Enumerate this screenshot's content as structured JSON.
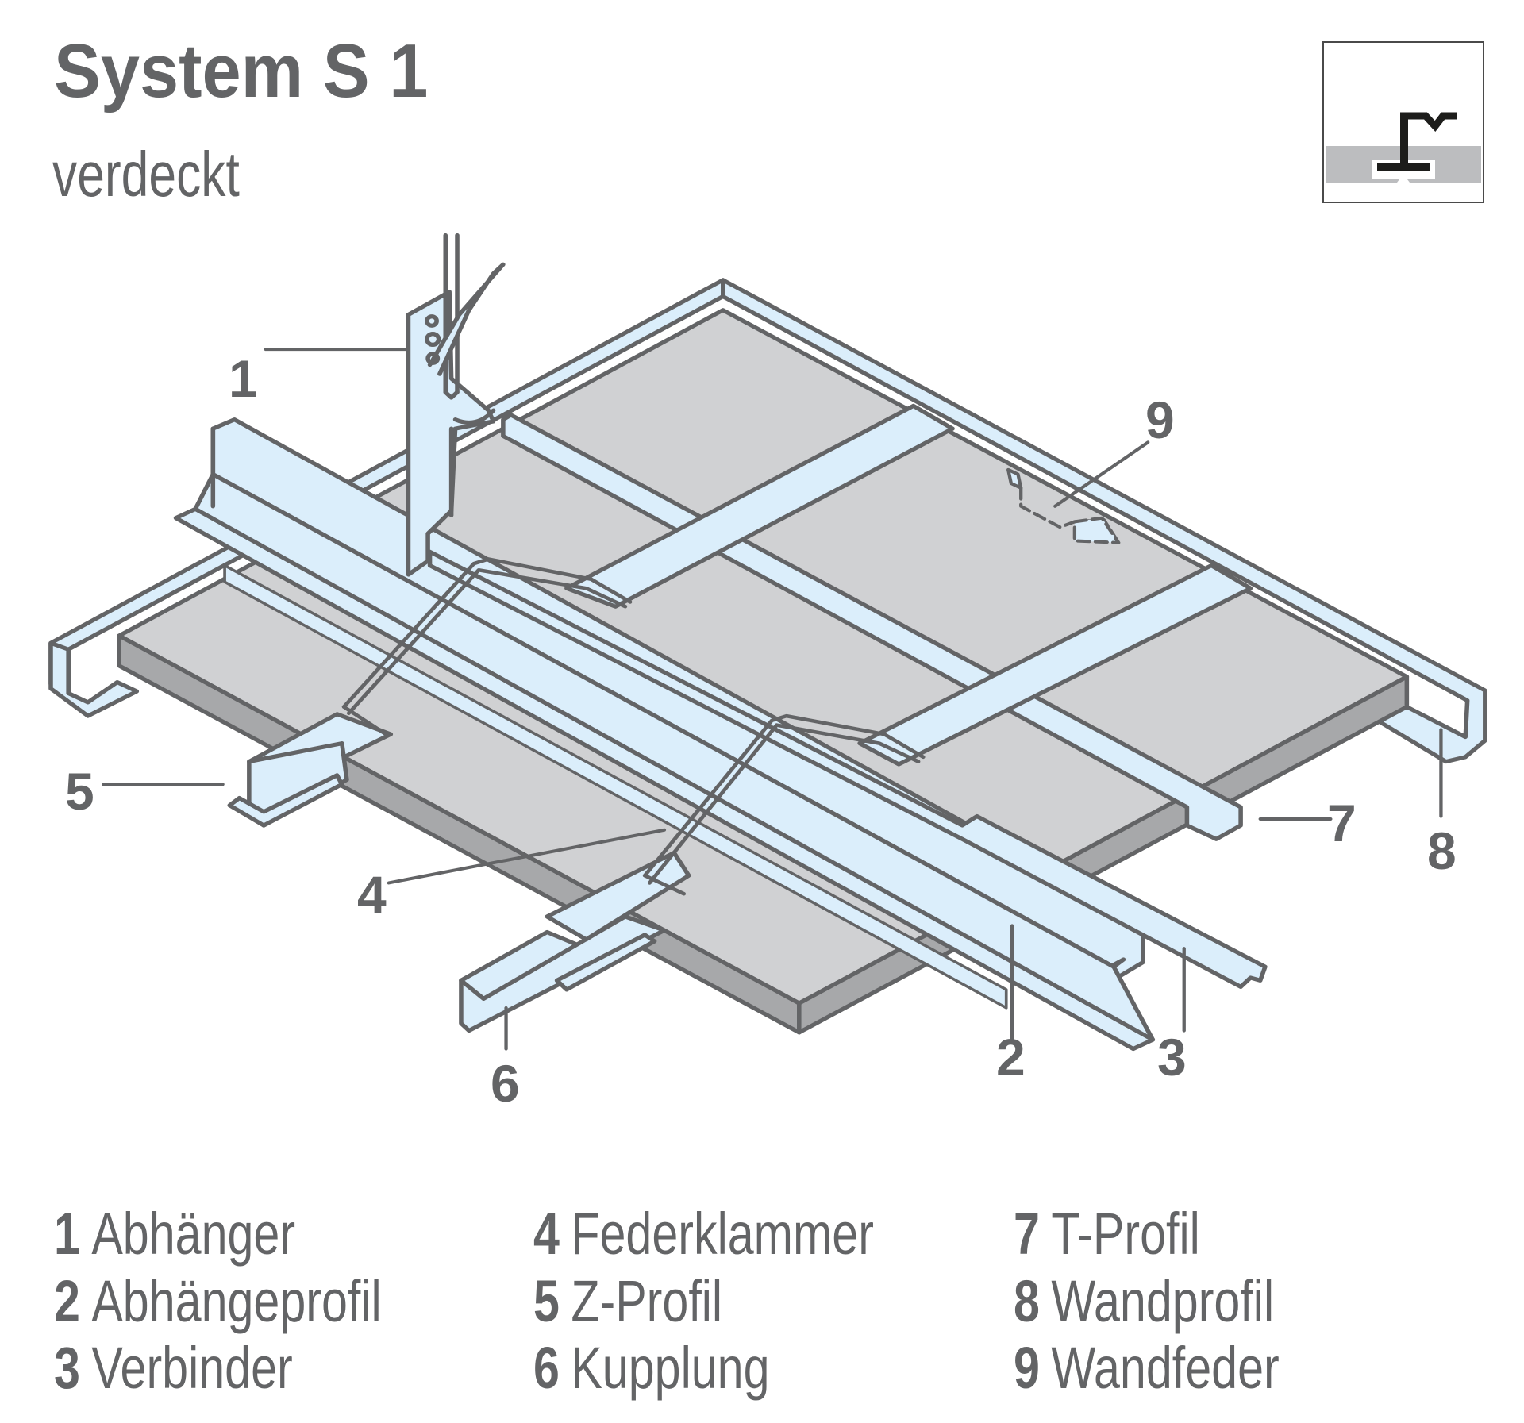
{
  "header": {
    "title": "System S 1",
    "subtitle": "verdeckt"
  },
  "badge": {
    "icon": "ceiling-section-icon"
  },
  "colors": {
    "text": "#636466",
    "stroke": "#636466",
    "metal": "#dbeefb",
    "panel_top": "#d0d1d3",
    "panel_side": "#a7a8aa",
    "badge_gray": "#bcbdbf"
  },
  "callouts": [
    "1",
    "2",
    "3",
    "4",
    "5",
    "6",
    "7",
    "8",
    "9"
  ],
  "legend": [
    {
      "number": "1",
      "label": "Abhänger"
    },
    {
      "number": "2",
      "label": "Abhängeprofil"
    },
    {
      "number": "3",
      "label": "Verbinder"
    },
    {
      "number": "4",
      "label": "Federklammer"
    },
    {
      "number": "5",
      "label": "Z-Profil"
    },
    {
      "number": "6",
      "label": "Kupplung"
    },
    {
      "number": "7",
      "label": "T-Profil"
    },
    {
      "number": "8",
      "label": "Wandprofil"
    },
    {
      "number": "9",
      "label": "Wandfeder"
    }
  ]
}
